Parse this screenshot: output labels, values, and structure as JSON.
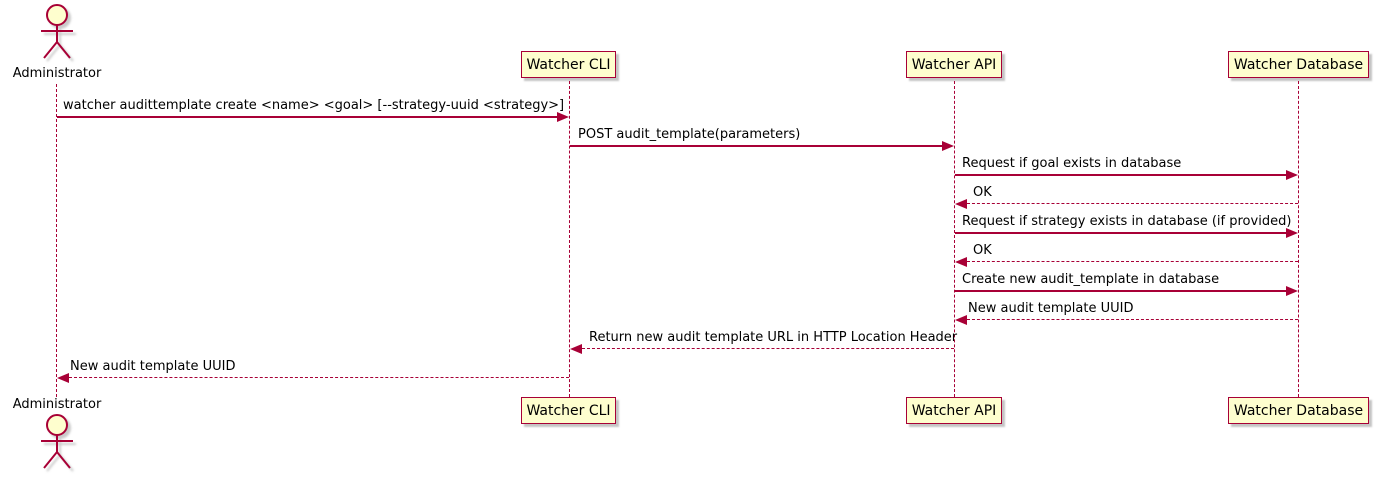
{
  "diagram_type": "sequence",
  "colors": {
    "accent": "#A80036",
    "participant_fill": "#FEFECE",
    "background": "#ffffff"
  },
  "actor": {
    "label": "Administrator"
  },
  "participants": [
    {
      "label": "Watcher CLI"
    },
    {
      "label": "Watcher API"
    },
    {
      "label": "Watcher Database"
    }
  ],
  "messages": [
    {
      "from": "Administrator",
      "to": "Watcher CLI",
      "label": "watcher audittemplate create <name> <goal> [--strategy-uuid <strategy>]",
      "line": "solid"
    },
    {
      "from": "Watcher CLI",
      "to": "Watcher API",
      "label": "POST audit_template(parameters)",
      "line": "solid"
    },
    {
      "from": "Watcher API",
      "to": "Watcher Database",
      "label": "Request if goal exists in database",
      "line": "solid"
    },
    {
      "from": "Watcher Database",
      "to": "Watcher API",
      "label": "OK",
      "line": "dashed"
    },
    {
      "from": "Watcher API",
      "to": "Watcher Database",
      "label": "Request if strategy exists in database (if provided)",
      "line": "solid"
    },
    {
      "from": "Watcher Database",
      "to": "Watcher API",
      "label": "OK",
      "line": "dashed"
    },
    {
      "from": "Watcher API",
      "to": "Watcher Database",
      "label": "Create new audit_template in database",
      "line": "solid"
    },
    {
      "from": "Watcher Database",
      "to": "Watcher API",
      "label": "New audit template UUID",
      "line": "dashed"
    },
    {
      "from": "Watcher API",
      "to": "Watcher CLI",
      "label": "Return new audit template URL in HTTP Location Header",
      "line": "dashed"
    },
    {
      "from": "Watcher CLI",
      "to": "Administrator",
      "label": "New audit template UUID",
      "line": "dashed"
    }
  ]
}
